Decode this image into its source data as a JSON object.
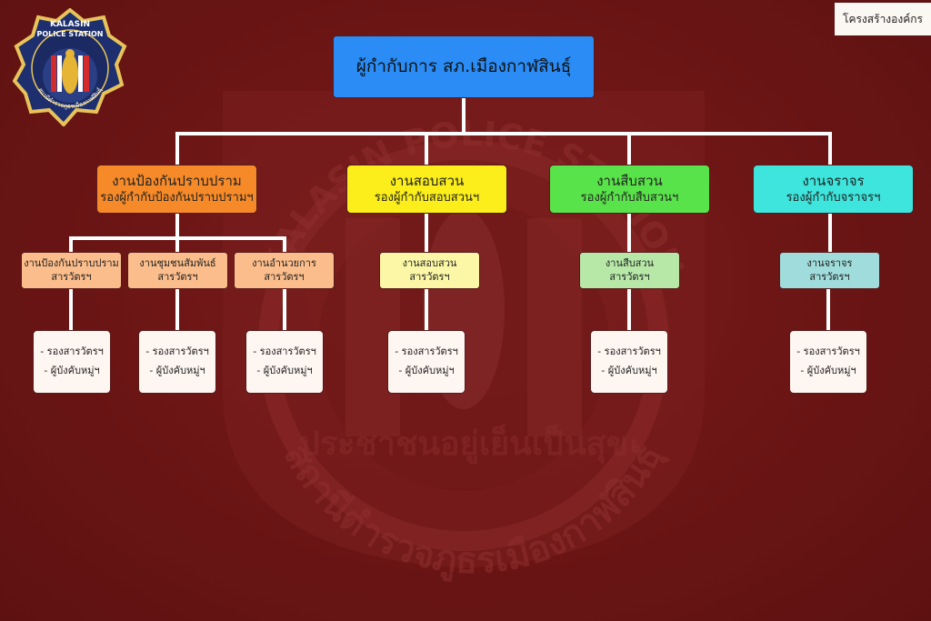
{
  "page_tag": "โครงสร้างองค์กร",
  "logo": {
    "top_text": "KALASIN",
    "mid_text": "POLICE STATION",
    "bottom_text": "สถานีตำรวจภูธรเมืองกาฬสินธุ์"
  },
  "watermark": {
    "top_text": "KALASIN POLICE STATION",
    "bottom_text": "สถานีตำรวจภูธรเมืองกาฬสินธุ์",
    "motto": "ประชาชนอยู่เย็นเป็นสุข"
  },
  "colors": {
    "top": "#2a8cf4",
    "prevention": "#f68a29",
    "investigation": "#fbee1a",
    "detective": "#59e34a",
    "traffic": "#3de5dc",
    "prevention_sub": "#fbbd8b",
    "investigation_sub": "#fbf7a6",
    "detective_sub": "#b7e8a8",
    "traffic_sub": "#9fdcdb"
  },
  "chart": {
    "top": "ผู้กำกับการ สภ.เมืองกาฬสินธุ์",
    "divisions": [
      {
        "title": "งานป้องกันปราบปราม",
        "subtitle": "รองผู้กำกับป้องกันปราบปรามฯ"
      },
      {
        "title": "งานสอบสวน",
        "subtitle": "รองผู้กำกับสอบสวนฯ"
      },
      {
        "title": "งานสืบสวน",
        "subtitle": "รองผู้กำกับสืบสวนฯ"
      },
      {
        "title": "งานจราจร",
        "subtitle": "รองผู้กำกับจราจรฯ"
      }
    ],
    "units": [
      {
        "title": "งานป้องกันปราบปราม",
        "subtitle": "สารวัตรฯ"
      },
      {
        "title": "งานชุมชนสัมพันธ์",
        "subtitle": "สารวัตรฯ"
      },
      {
        "title": "งานอำนวยการ",
        "subtitle": "สารวัตรฯ"
      },
      {
        "title": "งานสอบสวน",
        "subtitle": "สารวัตรฯ"
      },
      {
        "title": "งานสืบสวน",
        "subtitle": "สารวัตรฯ"
      },
      {
        "title": "งานจราจร",
        "subtitle": "สารวัตรฯ"
      }
    ],
    "staff": [
      {
        "line1": "- รองสารวัตรฯ",
        "line2": "- ผู้บังคับหมู่ฯ"
      },
      {
        "line1": "- รองสารวัตรฯ",
        "line2": "- ผู้บังคับหมู่ฯ"
      },
      {
        "line1": "- รองสารวัตรฯ",
        "line2": "- ผู้บังคับหมู่ฯ"
      },
      {
        "line1": "- รองสารวัตรฯ",
        "line2": "- ผู้บังคับหมู่ฯ"
      },
      {
        "line1": "- รองสารวัตรฯ",
        "line2": "- ผู้บังคับหมู่ฯ"
      },
      {
        "line1": "- รองสารวัตรฯ",
        "line2": "- ผู้บังคับหมู่ฯ"
      }
    ]
  }
}
